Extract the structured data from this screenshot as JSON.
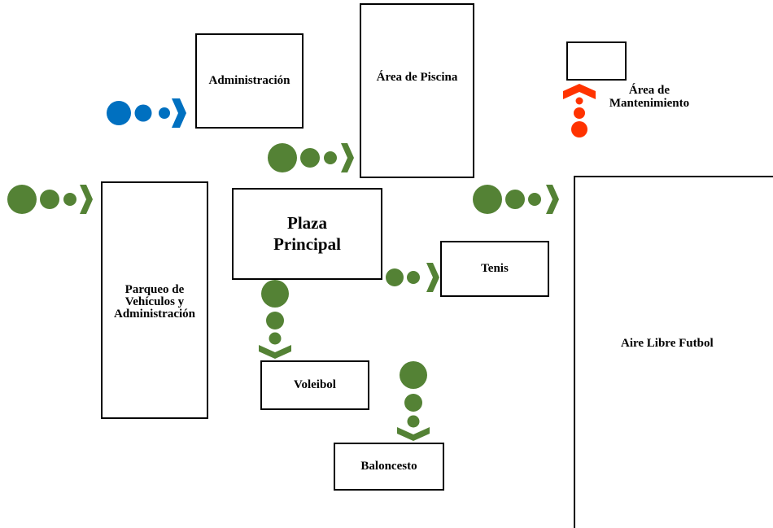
{
  "colors": {
    "green": "#548235",
    "blue": "#0070c0",
    "red": "#ff3300",
    "border": "#000000"
  },
  "areas": {
    "administracion": "Administración",
    "piscina": "Área de Piscina",
    "mantenimiento": "Área de\nMantenimiento",
    "plaza": "Plaza\nPrincipal",
    "parqueo": "Parqueo de\nVehículos y\nAdministración",
    "tenis": "Tenis",
    "voleibol": "Voleibol",
    "baloncesto": "Baloncesto",
    "futbol": "Aire Libre Futbol"
  },
  "arrows": [
    {
      "id": "arrow-to-administracion",
      "direction": "right",
      "color": "blue"
    },
    {
      "id": "arrow-to-plaza-upper",
      "direction": "right",
      "color": "green"
    },
    {
      "id": "arrow-to-parqueo",
      "direction": "right",
      "color": "green"
    },
    {
      "id": "arrow-to-futbol",
      "direction": "right",
      "color": "green"
    },
    {
      "id": "arrow-to-tenis",
      "direction": "right",
      "color": "green"
    },
    {
      "id": "arrow-to-mantenimiento",
      "direction": "up",
      "color": "red"
    },
    {
      "id": "arrow-to-voleibol",
      "direction": "down",
      "color": "green"
    },
    {
      "id": "arrow-to-baloncesto",
      "direction": "down",
      "color": "green"
    }
  ]
}
